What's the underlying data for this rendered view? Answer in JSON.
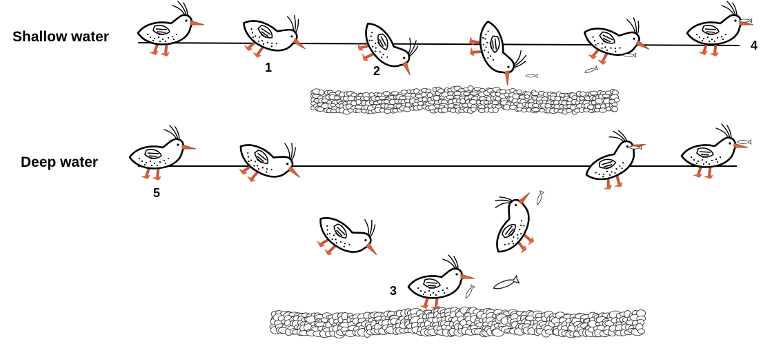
{
  "labels": {
    "shallow": "Shallow water",
    "deep": "Deep water"
  },
  "steps": {
    "one": "1",
    "two": "2",
    "three": "3",
    "four": "4",
    "five": "5"
  },
  "colors": {
    "beak_legs": "#d9673a",
    "outline": "#000000",
    "background": "#ffffff"
  }
}
